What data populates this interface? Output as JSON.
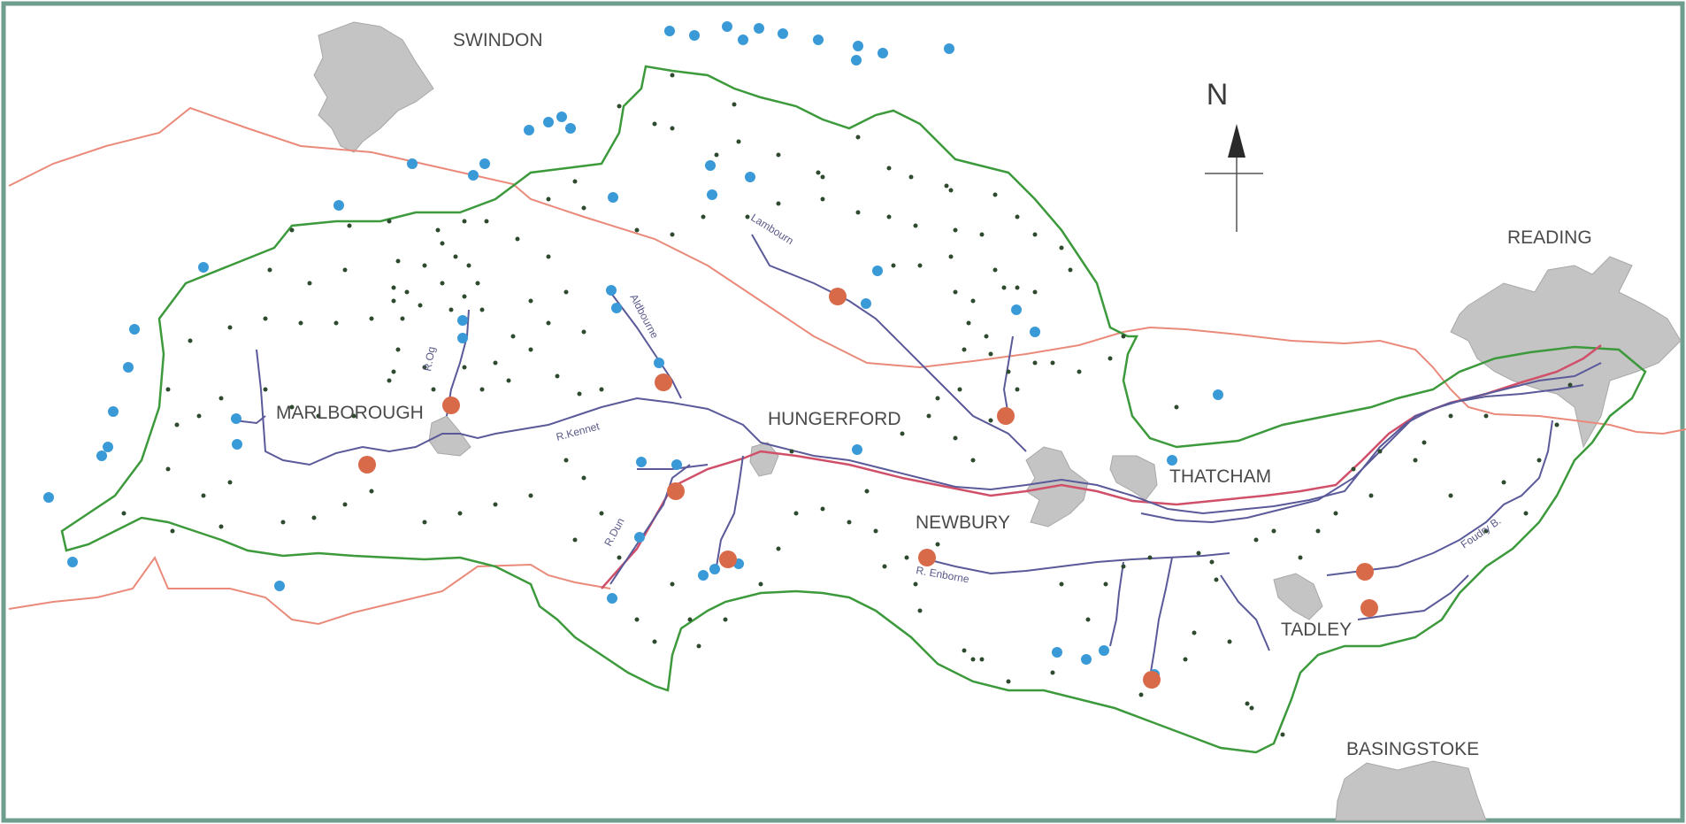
{
  "map": {
    "north_label": "N",
    "towns": {
      "swindon": "SWINDON",
      "reading": "READING",
      "marlborough": "MARLBOROUGH",
      "hungerford": "HUNGERFORD",
      "thatcham": "THATCHAM",
      "newbury": "NEWBURY",
      "tadley": "TADLEY",
      "basingstoke": "BASINGSTOKE"
    },
    "rivers": {
      "og": "R.Og",
      "aldbourne": "Aldbourne",
      "lambourn": "Lambourn",
      "kennet": "R.Kennet",
      "dun": "R.Dun",
      "enborne": "R. Enborne",
      "foudry": "Foudry B."
    },
    "colors": {
      "frame": "#6f9e8e",
      "catchment_boundary": "#3c9a3c",
      "outcrop_line": "#ea8a7a",
      "river": "#5a5a9a",
      "canal": "#d0506a",
      "urban": "#c4c4c4",
      "outside_site": "#3a9ad8",
      "obs_well": "#2e4a2e",
      "abstraction": "#d86a4a"
    }
  }
}
